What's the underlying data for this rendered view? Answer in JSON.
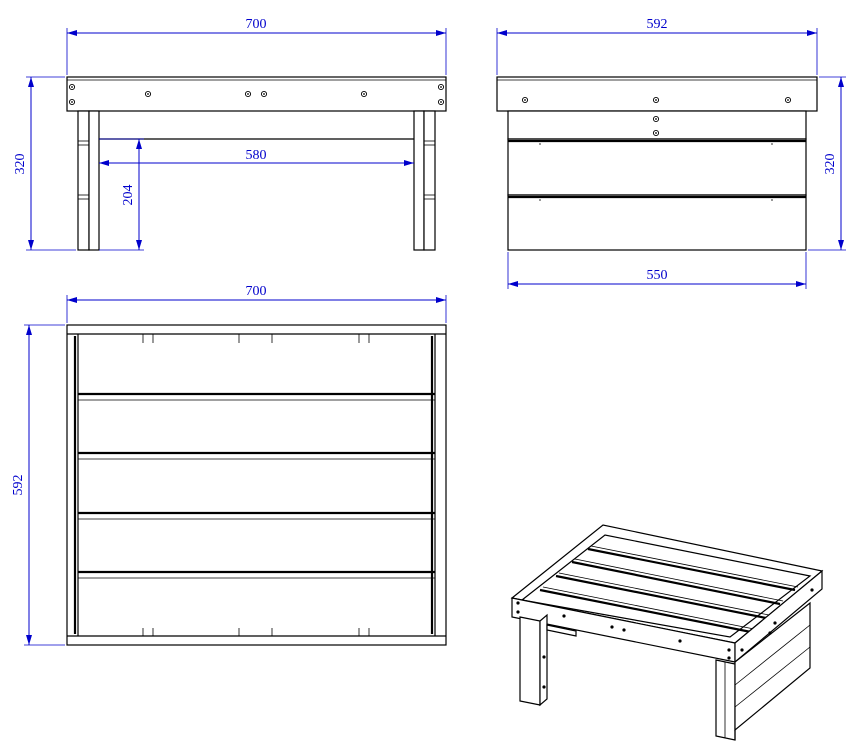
{
  "front_view": {
    "overall_width": "700",
    "height": "320",
    "inner_width": "580",
    "leg_clearance": "204"
  },
  "side_view": {
    "overall_depth": "592",
    "height": "320",
    "inner_depth": "550"
  },
  "top_view": {
    "overall_width": "700",
    "overall_depth": "592"
  },
  "colors": {
    "dimension": "#0000cc",
    "outline": "#000000"
  }
}
